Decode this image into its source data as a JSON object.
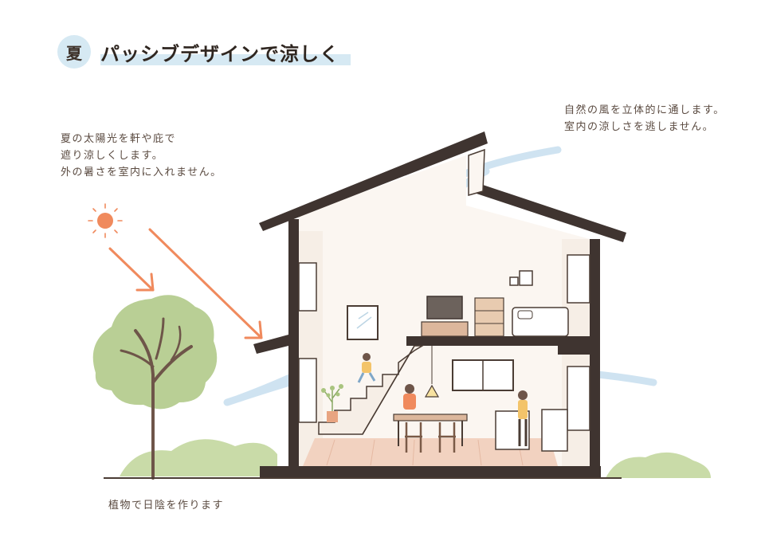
{
  "header": {
    "season_badge": "夏",
    "title": "パッシブデザインで涼しく"
  },
  "notes": {
    "sunshade": [
      "夏の太陽光を軒や庇で",
      "遮り涼しくします。",
      "外の暑さを室内に入れません。"
    ],
    "ventilation": [
      "自然の風を立体的に通します。",
      "室内の涼しさを逃しません。"
    ],
    "tree": "植物で日陰を作ります"
  },
  "colors": {
    "accent_blue": "#d6e9f3",
    "wind": "#cfe3f1",
    "sun": "#f08a5d",
    "roof": "#3f3430",
    "tree_foliage": "#b9cf95",
    "floor": "#f2d2c0"
  },
  "icons": [
    "sun-icon",
    "sun-ray-arrow",
    "wind-flow",
    "tree",
    "house-cross-section"
  ]
}
